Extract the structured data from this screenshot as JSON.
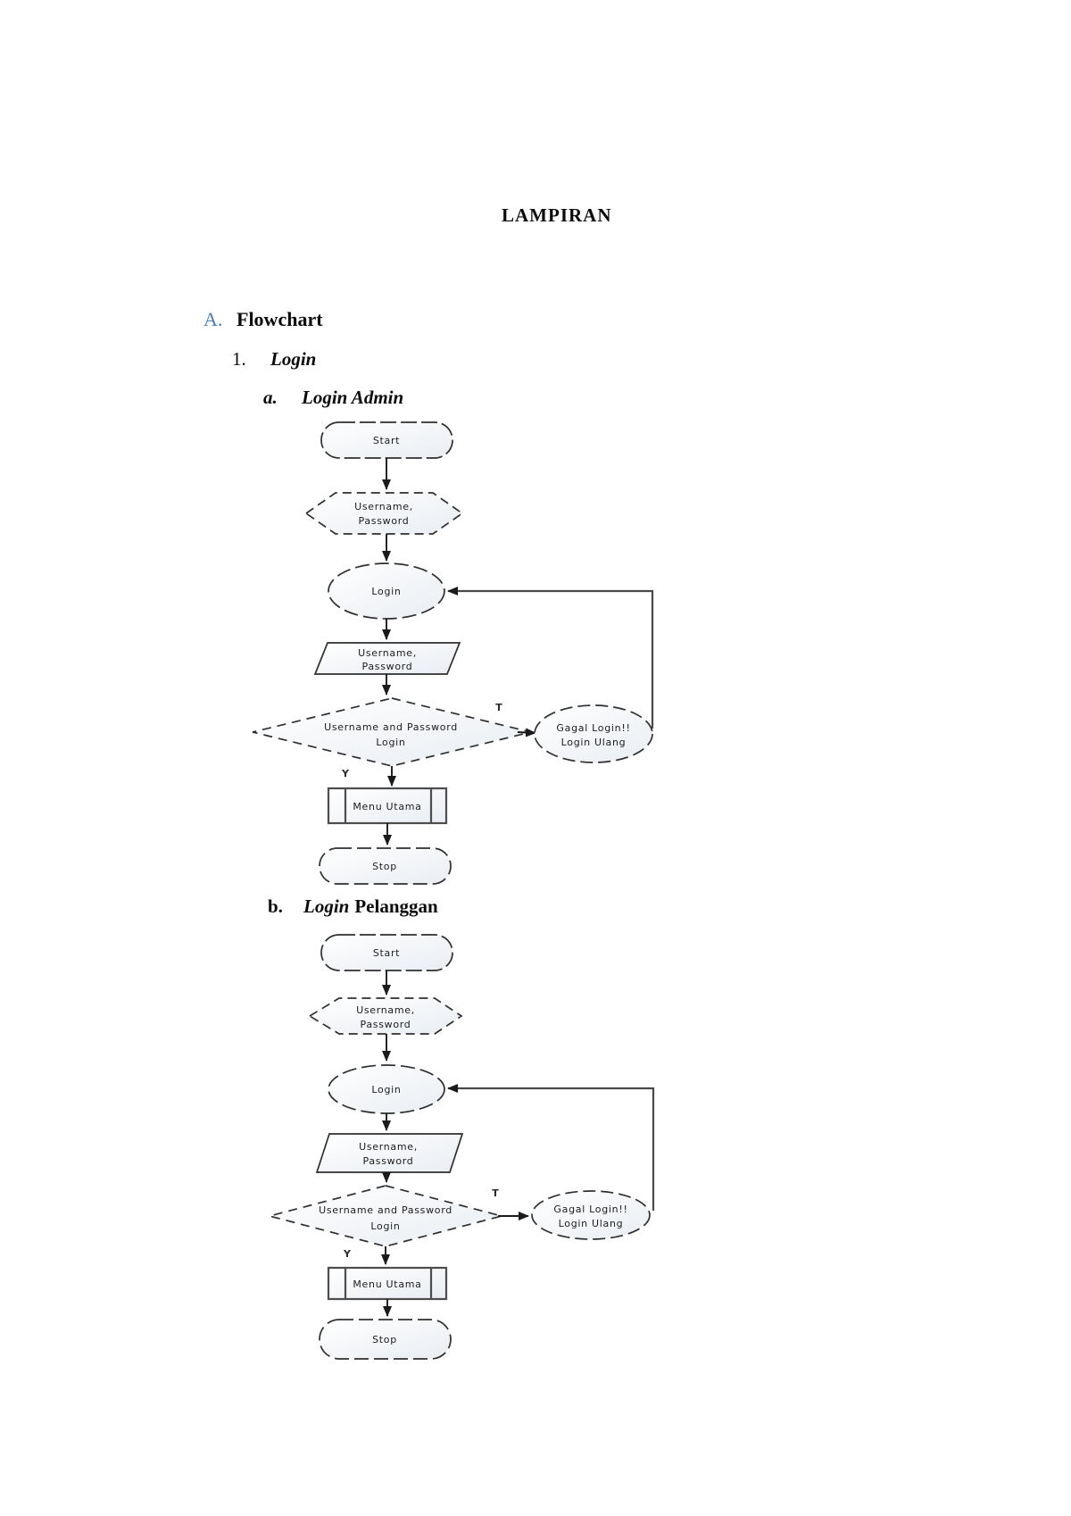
{
  "document": {
    "title": "LAMPIRAN",
    "section": {
      "marker": "A.",
      "label": "Flowchart"
    },
    "subsection": {
      "marker": "1.",
      "label": "Login"
    },
    "item_a": {
      "marker": "a.",
      "label": "Login Admin"
    },
    "item_b": {
      "marker": "b.",
      "label_italic": "Login",
      "label_regular": "Pelanggan"
    }
  },
  "colors": {
    "marker_blue": "#4a7dbd",
    "shape_stroke": "#2f2f2f",
    "shape_fill_top": "#ffffff",
    "shape_fill_bottom": "#e9edf2"
  },
  "flowchart_admin": {
    "title": "Login Admin",
    "start": "Start",
    "input": {
      "line1": "Username,",
      "line2": "Password"
    },
    "login": "Login",
    "data": {
      "line1": "Username,",
      "line2": "Password"
    },
    "decision": {
      "line1": "Username and Password",
      "line2": "Login"
    },
    "branch_no": "T",
    "branch_yes": "Y",
    "fail": {
      "line1": "Gagal Login!!",
      "line2": "Login Ulang"
    },
    "menu": "Menu Utama",
    "stop": "Stop"
  },
  "flowchart_pelanggan": {
    "title": "Login Pelanggan",
    "start": "Start",
    "input": {
      "line1": "Username,",
      "line2": "Password"
    },
    "login": "Login",
    "data": {
      "line1": "Username,",
      "line2": "Password"
    },
    "decision": {
      "line1": "Username and Password",
      "line2": "Login"
    },
    "branch_no": "T",
    "branch_yes": "Y",
    "fail": {
      "line1": "Gagal Login!!",
      "line2": "Login Ulang"
    },
    "menu": "Menu Utama",
    "stop": "Stop"
  }
}
